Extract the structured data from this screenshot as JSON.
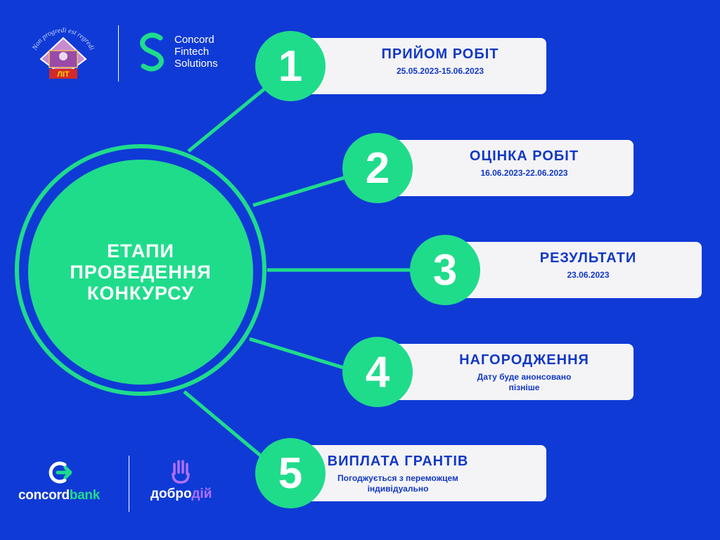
{
  "hub": {
    "title": "ЕТАПИ\nПРОВЕДЕННЯ\nКОНКУРСУ"
  },
  "steps": [
    {
      "num": "1",
      "title": "ПРИЙОМ РОБІТ",
      "sub": "25.05.2023-15.06.2023"
    },
    {
      "num": "2",
      "title": "ОЦІНКА РОБІТ",
      "sub": "16.06.2023-22.06.2023"
    },
    {
      "num": "3",
      "title": "РЕЗУЛЬТАТИ",
      "sub": "23.06.2023"
    },
    {
      "num": "4",
      "title": "НАГОРОДЖЕННЯ",
      "sub": "Дату буде анонсовано\nпізніше"
    },
    {
      "num": "5",
      "title": "ВИПЛАТА ГРАНТІВ",
      "sub": "Погоджується з переможцем\nіндивідуально"
    }
  ],
  "logos": {
    "lit": {
      "motto": "Non progredi est regredi",
      "name": "ЛІТ"
    },
    "concord_fintech": "Concord\nFintech\nSolutions",
    "concordbank": {
      "part1": "concord",
      "part2": "bank"
    },
    "dobrodiy": {
      "part1": "добро",
      "part2": "дій"
    }
  },
  "colors": {
    "background": "#0f3ad6",
    "accent": "#1fdc8b",
    "card": "#f4f4f7",
    "text_dark": "#1238c4",
    "dobrodiy_purple": "#b070ff"
  },
  "icons": [
    "lit-emblem-icon",
    "concord-fintech-s-icon",
    "concordbank-arrow-icon",
    "dobrodiy-hand-icon"
  ]
}
